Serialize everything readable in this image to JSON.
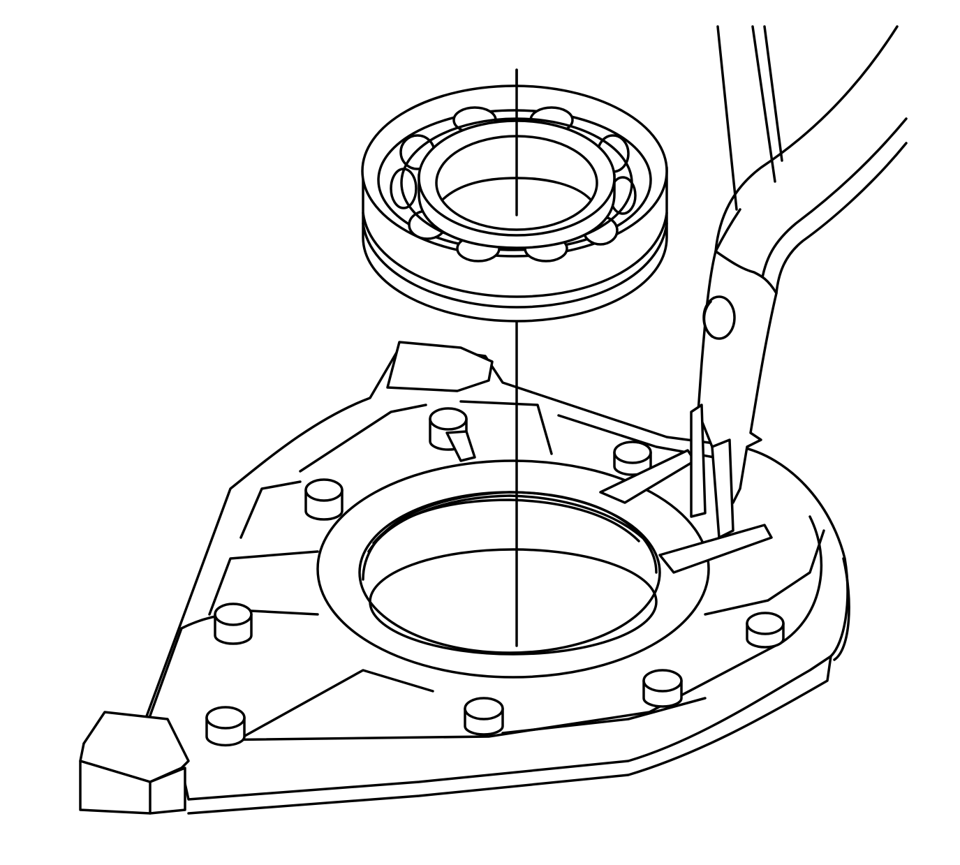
{
  "figure": {
    "stroke_color": "#000000",
    "background_color": "#ffffff",
    "components": [
      "ball-bearing",
      "bearing-retainer-plate",
      "snap-ring-pliers",
      "snap-ring",
      "installation-axis-line"
    ]
  }
}
